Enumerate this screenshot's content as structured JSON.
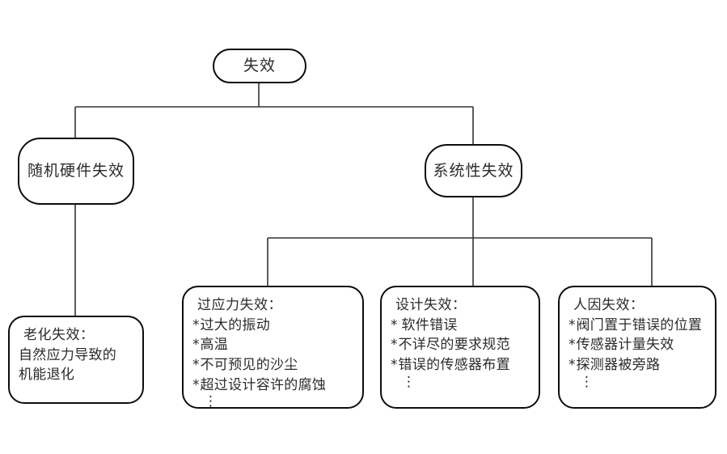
{
  "diagram": {
    "title_node": {
      "label": "失效"
    },
    "level2": [
      {
        "label": "随机硬件失效"
      },
      {
        "label": "系统性失效"
      }
    ],
    "leaves": {
      "aging": {
        "heading": "老化失效：",
        "lines": [
          "自然应力导致的",
          "机能退化"
        ]
      },
      "overstress": {
        "heading": "过应力失效：",
        "bullet_mark": "*",
        "items": [
          "过大的振动",
          "高温",
          "不可预见的沙尘",
          "超过设计容许的腐蚀"
        ],
        "continuation": "⋮"
      },
      "design": {
        "heading": "设计失效：",
        "bullet_mark": "*",
        "items": [
          "软件错误",
          "不详尽的要求规范",
          "错误的传感器布置"
        ],
        "continuation": "⋮"
      },
      "human": {
        "heading": "人因失效：",
        "bullet_mark": "*",
        "items": [
          "阀门置于错误的位置",
          "传感器计量失效",
          "探测器被旁路"
        ],
        "continuation": "⋮"
      }
    },
    "colors": {
      "stroke": "#0d0d0d",
      "connector": "#333333",
      "text": "#2b2b2b",
      "background": "#ffffff"
    }
  }
}
